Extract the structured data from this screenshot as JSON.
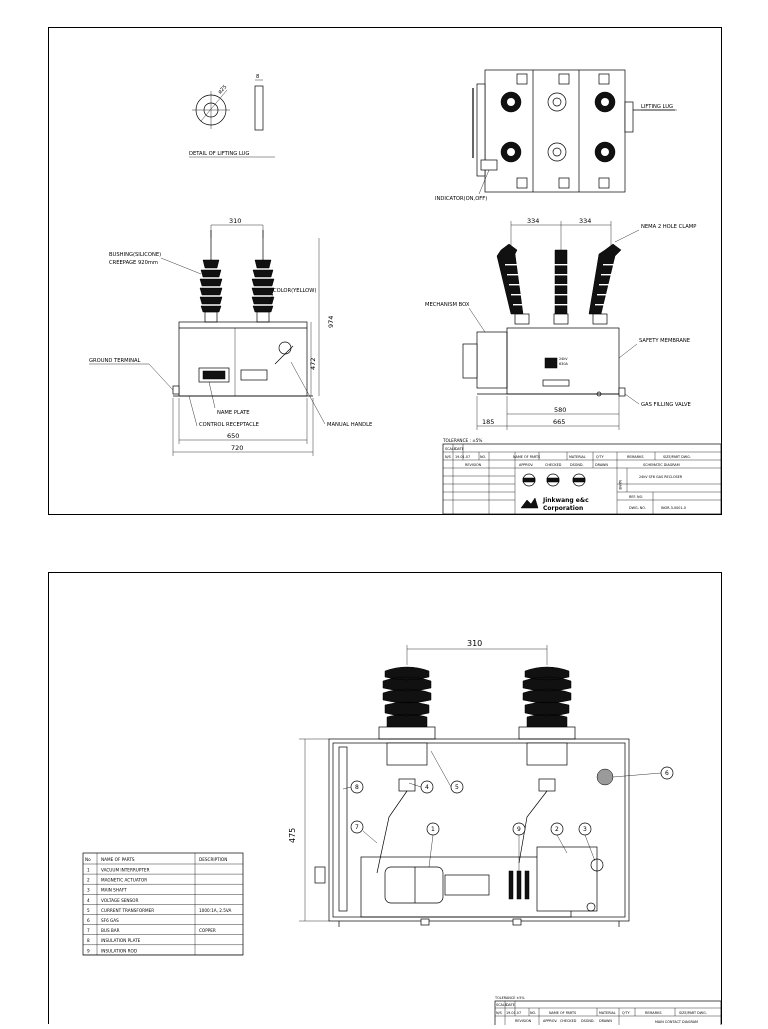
{
  "sheet1": {
    "labels": {
      "lifting_lug_detail": "DETAIL OF LIFTING LUG",
      "lug_dia": "ø25",
      "lug_thk": "8",
      "lifting_lug": "LIFTING LUG",
      "indicator": "INDICATOR(ON,OFF)",
      "bushing_line1": "BUSHING(SILICONE)",
      "bushing_line2": "CREEPAGE 920mm",
      "color": "COLOR(YELLOW)",
      "ground_terminal": "GROUND TERMINAL",
      "name_plate": "NAME PLATE",
      "control_receptacle": "CONTROL RECEPTACLE",
      "manual_handle": "MANUAL HANDLE",
      "nema_clamp": "NEMA 2 HOLE CLAMP",
      "mechanism_box": "MECHANISM BOX",
      "safety_membrane": "SAFETY MEMBRANE",
      "gas_filling_valve": "GAS FILLING VALVE",
      "rating_line1": "24kV",
      "rating_line2": "630A"
    },
    "dims": {
      "d310": "310",
      "d974": "974",
      "d472": "472",
      "d650": "650",
      "d720": "720",
      "d334a": "334",
      "d334b": "334",
      "d185": "185",
      "d580": "580",
      "d665": "665"
    },
    "title_block": {
      "tolerance": "TOLERANCE : ±5%",
      "scale": "SCALE",
      "date": "DATE",
      "scale_val": "N/S",
      "date_val": "19.01.07",
      "no": "NO.",
      "name_of_parts": "NAME OF PARTS",
      "material": "MATERIAL",
      "qty": "Q'TY",
      "remarks": "REMARKS",
      "size_part": "SIZE/PART DWG.",
      "revision": "REVISION",
      "approv": "APPROV.",
      "checked": "CHECKED",
      "dsgnd": "DSGND.",
      "drawn": "DRAWN",
      "title1": "SCHEMATIC DIAGRAM",
      "title2": "24kV SF6 GAS RECLOSER",
      "name_v": "NAME",
      "ref_no": "REF. NO.",
      "dwg_no": "DWG. NO.",
      "dwg_no_val": "INGR-3-0001-0",
      "company_line1": "Jinkwang e&c",
      "company_line2": "Corporation"
    }
  },
  "sheet2": {
    "dims": {
      "d310": "310",
      "d475": "475"
    },
    "balloons": [
      "1",
      "2",
      "3",
      "4",
      "5",
      "6",
      "7",
      "8",
      "9"
    ],
    "parts_table": {
      "headers": [
        "No",
        "NAME OF PARTS",
        "DESCRIPTION"
      ],
      "rows": [
        [
          "1",
          "VACUUM INTERRUPTER",
          ""
        ],
        [
          "2",
          "MAGNETIC ACTUATOR",
          ""
        ],
        [
          "3",
          "MAIN SHAFT",
          ""
        ],
        [
          "4",
          "VOLTAGE SENSOR",
          ""
        ],
        [
          "5",
          "CURRENT TRANSFORMER",
          "1000:1A, 2.5VA"
        ],
        [
          "6",
          "SF6 GAS",
          ""
        ],
        [
          "7",
          "BUS BAR",
          "COPPER"
        ],
        [
          "8",
          "INSULATION PLATE",
          ""
        ],
        [
          "9",
          "INSULATION ROD",
          ""
        ]
      ]
    },
    "title_block": {
      "tolerance": "TOLERANCE ±5%",
      "scale": "SCALE",
      "date": "DATE",
      "scale_val": "N/S",
      "date_val": "19.01.07",
      "no": "NO.",
      "name_of_parts": "NAME OF PARTS",
      "material": "MATERIAL",
      "qty": "Q'TY",
      "remarks": "REMARKS",
      "size_part": "SIZE/PART DWG.",
      "revision": "REVISION",
      "approv": "APPROV.",
      "checked": "CHECKED",
      "dsgnd": "DSGND.",
      "drawn": "DRAWN",
      "title1": "MAIN CONTACT DIAGRAM"
    }
  }
}
